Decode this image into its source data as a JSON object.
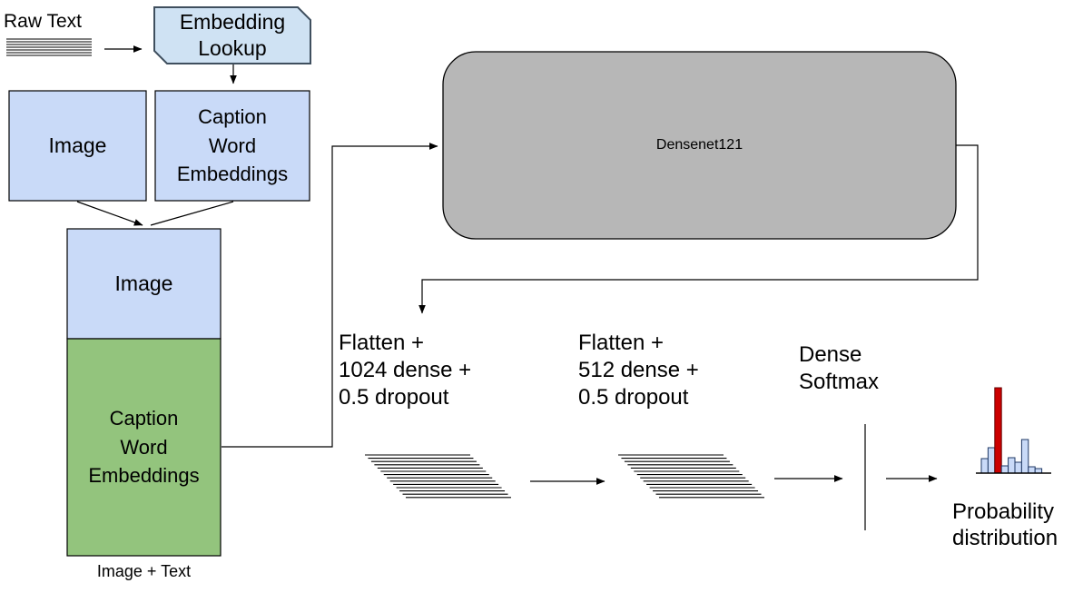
{
  "nodes": {
    "raw_text": "Raw Text",
    "embedding_lookup": "Embedding\nLookup",
    "image_input": "Image",
    "caption_word_embeddings": "Caption\nWord\nEmbeddings",
    "combined_image": "Image",
    "combined_embeddings": "Caption\nWord\nEmbeddings",
    "combined_caption": "Image + Text",
    "densenet": "Densenet121",
    "fc_block_1": "Flatten +\n1024 dense +\n0.5 dropout",
    "fc_block_2": "Flatten +\n512 dense +\n0.5 dropout",
    "softmax": "Dense\nSoftmax",
    "output": "Probability\ndistribution"
  },
  "colors": {
    "light_blue_fill": "#c9daf8",
    "pale_blue_fill": "#cfe2f3",
    "pale_blue_border": "#3f4f5e",
    "green_fill": "#93c47d",
    "gray_fill": "#b7b7b7",
    "stroke": "#000000",
    "bar_blue_fill": "#c9daf8",
    "bar_blue_border": "#1f3864",
    "bar_red_fill": "#cc0000",
    "bar_red_border": "#660000"
  },
  "probability_chart": {
    "type": "bar",
    "title": "Probability distribution",
    "values": [
      16,
      28,
      94,
      8,
      17,
      12,
      37,
      7,
      5
    ],
    "highlight_index": 2,
    "note": "tall red bar marks the predicted class; other bars light blue"
  }
}
